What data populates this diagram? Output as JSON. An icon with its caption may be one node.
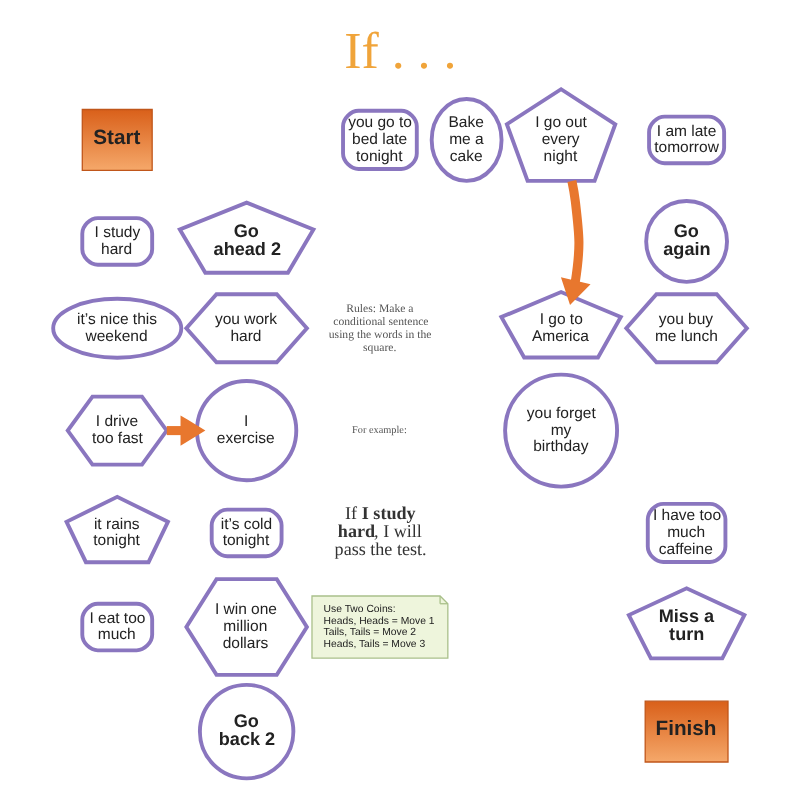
{
  "diagram": {
    "title": "If . . .",
    "nodes": [
      {
        "text": [
          "Start"
        ]
      },
      {
        "text": [
          "I study hard"
        ]
      },
      {
        "text": [
          "it’s nice this weekend"
        ]
      },
      {
        "text": [
          "I drive too fast"
        ]
      },
      {
        "text": [
          "it rains tonight"
        ]
      },
      {
        "text": [
          "I eat too much"
        ]
      },
      {
        "text": [
          "Go back 2"
        ]
      },
      {
        "text": [
          "I win one million dollars"
        ]
      },
      {
        "text": [
          "it’s cold tonight"
        ]
      },
      {
        "text": [
          "I exercise"
        ]
      },
      {
        "text": [
          "you work hard"
        ]
      },
      {
        "text": [
          "Go ahead 2"
        ]
      },
      {
        "text": [
          "you go to bed late tonight"
        ]
      },
      {
        "text": [
          "Bake me a cake"
        ]
      },
      {
        "text": [
          "I go out every night"
        ]
      },
      {
        "text": [
          "I am late tomorrow"
        ]
      },
      {
        "text": [
          "Go again"
        ]
      },
      {
        "text": [
          "you buy me lunch"
        ]
      },
      {
        "text": [
          "I go to America"
        ]
      },
      {
        "text": [
          "you forget my birthday"
        ]
      },
      {
        "text": [
          "I have too much caffeine"
        ]
      },
      {
        "text": [
          "Miss a turn"
        ]
      },
      {
        "text": [
          "Finish"
        ]
      },
      {
        "text": [
          "Use Two Coins:",
          "Heads, Heads = Move 1",
          "Tails, Tails = Move 2",
          "Heads, Tails = Move 3"
        ]
      }
    ],
    "edges": [
      {
        "from": 14,
        "to": 18,
        "arrow": "to"
      },
      {
        "from": 3,
        "to": 9,
        "arrow": "to"
      }
    ],
    "labels": [
      "Rules: Make a conditional sentence using the words in the square.",
      "For example:",
      "If **I study hard**, I will pass the test."
    ]
  }
}
